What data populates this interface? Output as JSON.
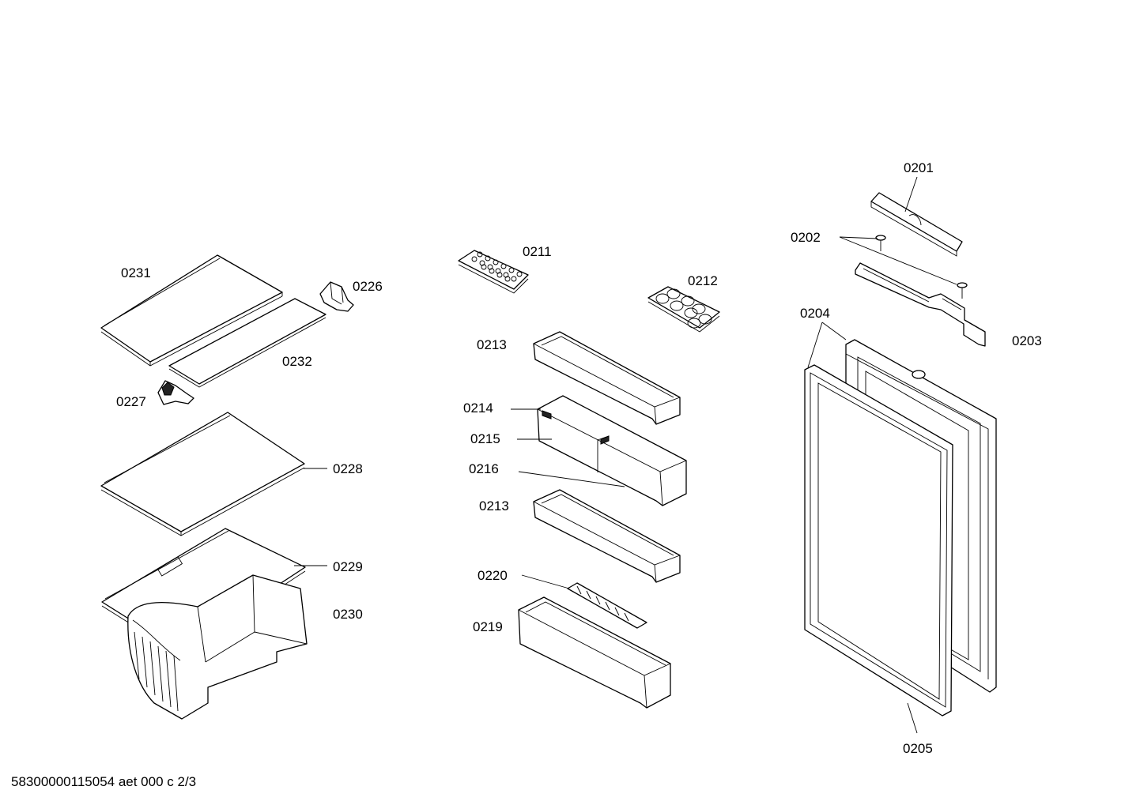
{
  "labels": {
    "p0201": "0201",
    "p0202": "0202",
    "p0203": "0203",
    "p0204": "0204",
    "p0205": "0205",
    "p0211": "0211",
    "p0212": "0212",
    "p0213a": "0213",
    "p0213b": "0213",
    "p0214": "0214",
    "p0215": "0215",
    "p0216": "0216",
    "p0219": "0219",
    "p0220": "0220",
    "p0226": "0226",
    "p0227": "0227",
    "p0228": "0228",
    "p0229": "0229",
    "p0230": "0230",
    "p0231": "0231",
    "p0232": "0232"
  },
  "footer": "58300000115054 aet 000 c 2/3"
}
